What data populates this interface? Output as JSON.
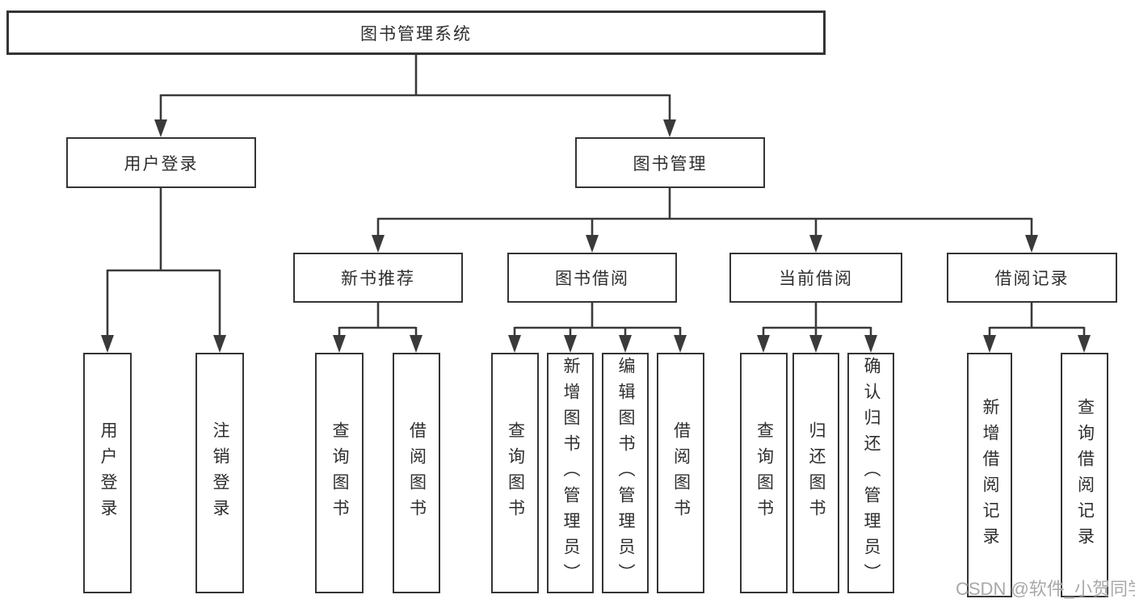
{
  "diagram_type": "hierarchy-tree",
  "nodes": {
    "root": {
      "label": "图书管理系统"
    },
    "user_login": {
      "label": "用户登录"
    },
    "book_mgmt": {
      "label": "图书管理"
    },
    "new_book_rec": {
      "label": "新书推荐"
    },
    "book_borrow": {
      "label": "图书借阅"
    },
    "current_borrow": {
      "label": "当前借阅"
    },
    "borrow_records": {
      "label": "借阅记录"
    },
    "ul_user_login": {
      "label": "用户登录"
    },
    "ul_logout": {
      "label": "注销登录"
    },
    "nb_query_books": {
      "label": "查询图书"
    },
    "nb_borrow_books": {
      "label": "借阅图书"
    },
    "bb_query_books": {
      "label": "查询图书"
    },
    "bb_add_books": {
      "label": "新增图书（管理员）"
    },
    "bb_edit_books": {
      "label": "编辑图书（管理员）"
    },
    "bb_borrow_books": {
      "label": "借阅图书"
    },
    "cb_query_books": {
      "label": "查询图书"
    },
    "cb_return_books": {
      "label": "归还图书"
    },
    "cb_confirm_return": {
      "label": "确认归还（管理员）"
    },
    "br_add_record": {
      "label": "新增借阅记录"
    },
    "br_query_record": {
      "label": "查询借阅记录"
    }
  },
  "hierarchy": {
    "图书管理系统": {
      "用户登录": [
        "用户登录",
        "注销登录"
      ],
      "图书管理": {
        "新书推荐": [
          "查询图书",
          "借阅图书"
        ],
        "图书借阅": [
          "查询图书",
          "新增图书（管理员）",
          "编辑图书（管理员）",
          "借阅图书"
        ],
        "当前借阅": [
          "查询图书",
          "归还图书",
          "确认归还（管理员）"
        ],
        "借阅记录": [
          "新增借阅记录",
          "查询借阅记录"
        ]
      }
    }
  },
  "watermark": {
    "text": "CSDN @软件_小贺同学"
  },
  "colors": {
    "background": "#ffffff",
    "line": "#3a3a3a",
    "box_border": "#343434",
    "text": "#2e2e2e",
    "watermark": "#a8a8a8"
  }
}
